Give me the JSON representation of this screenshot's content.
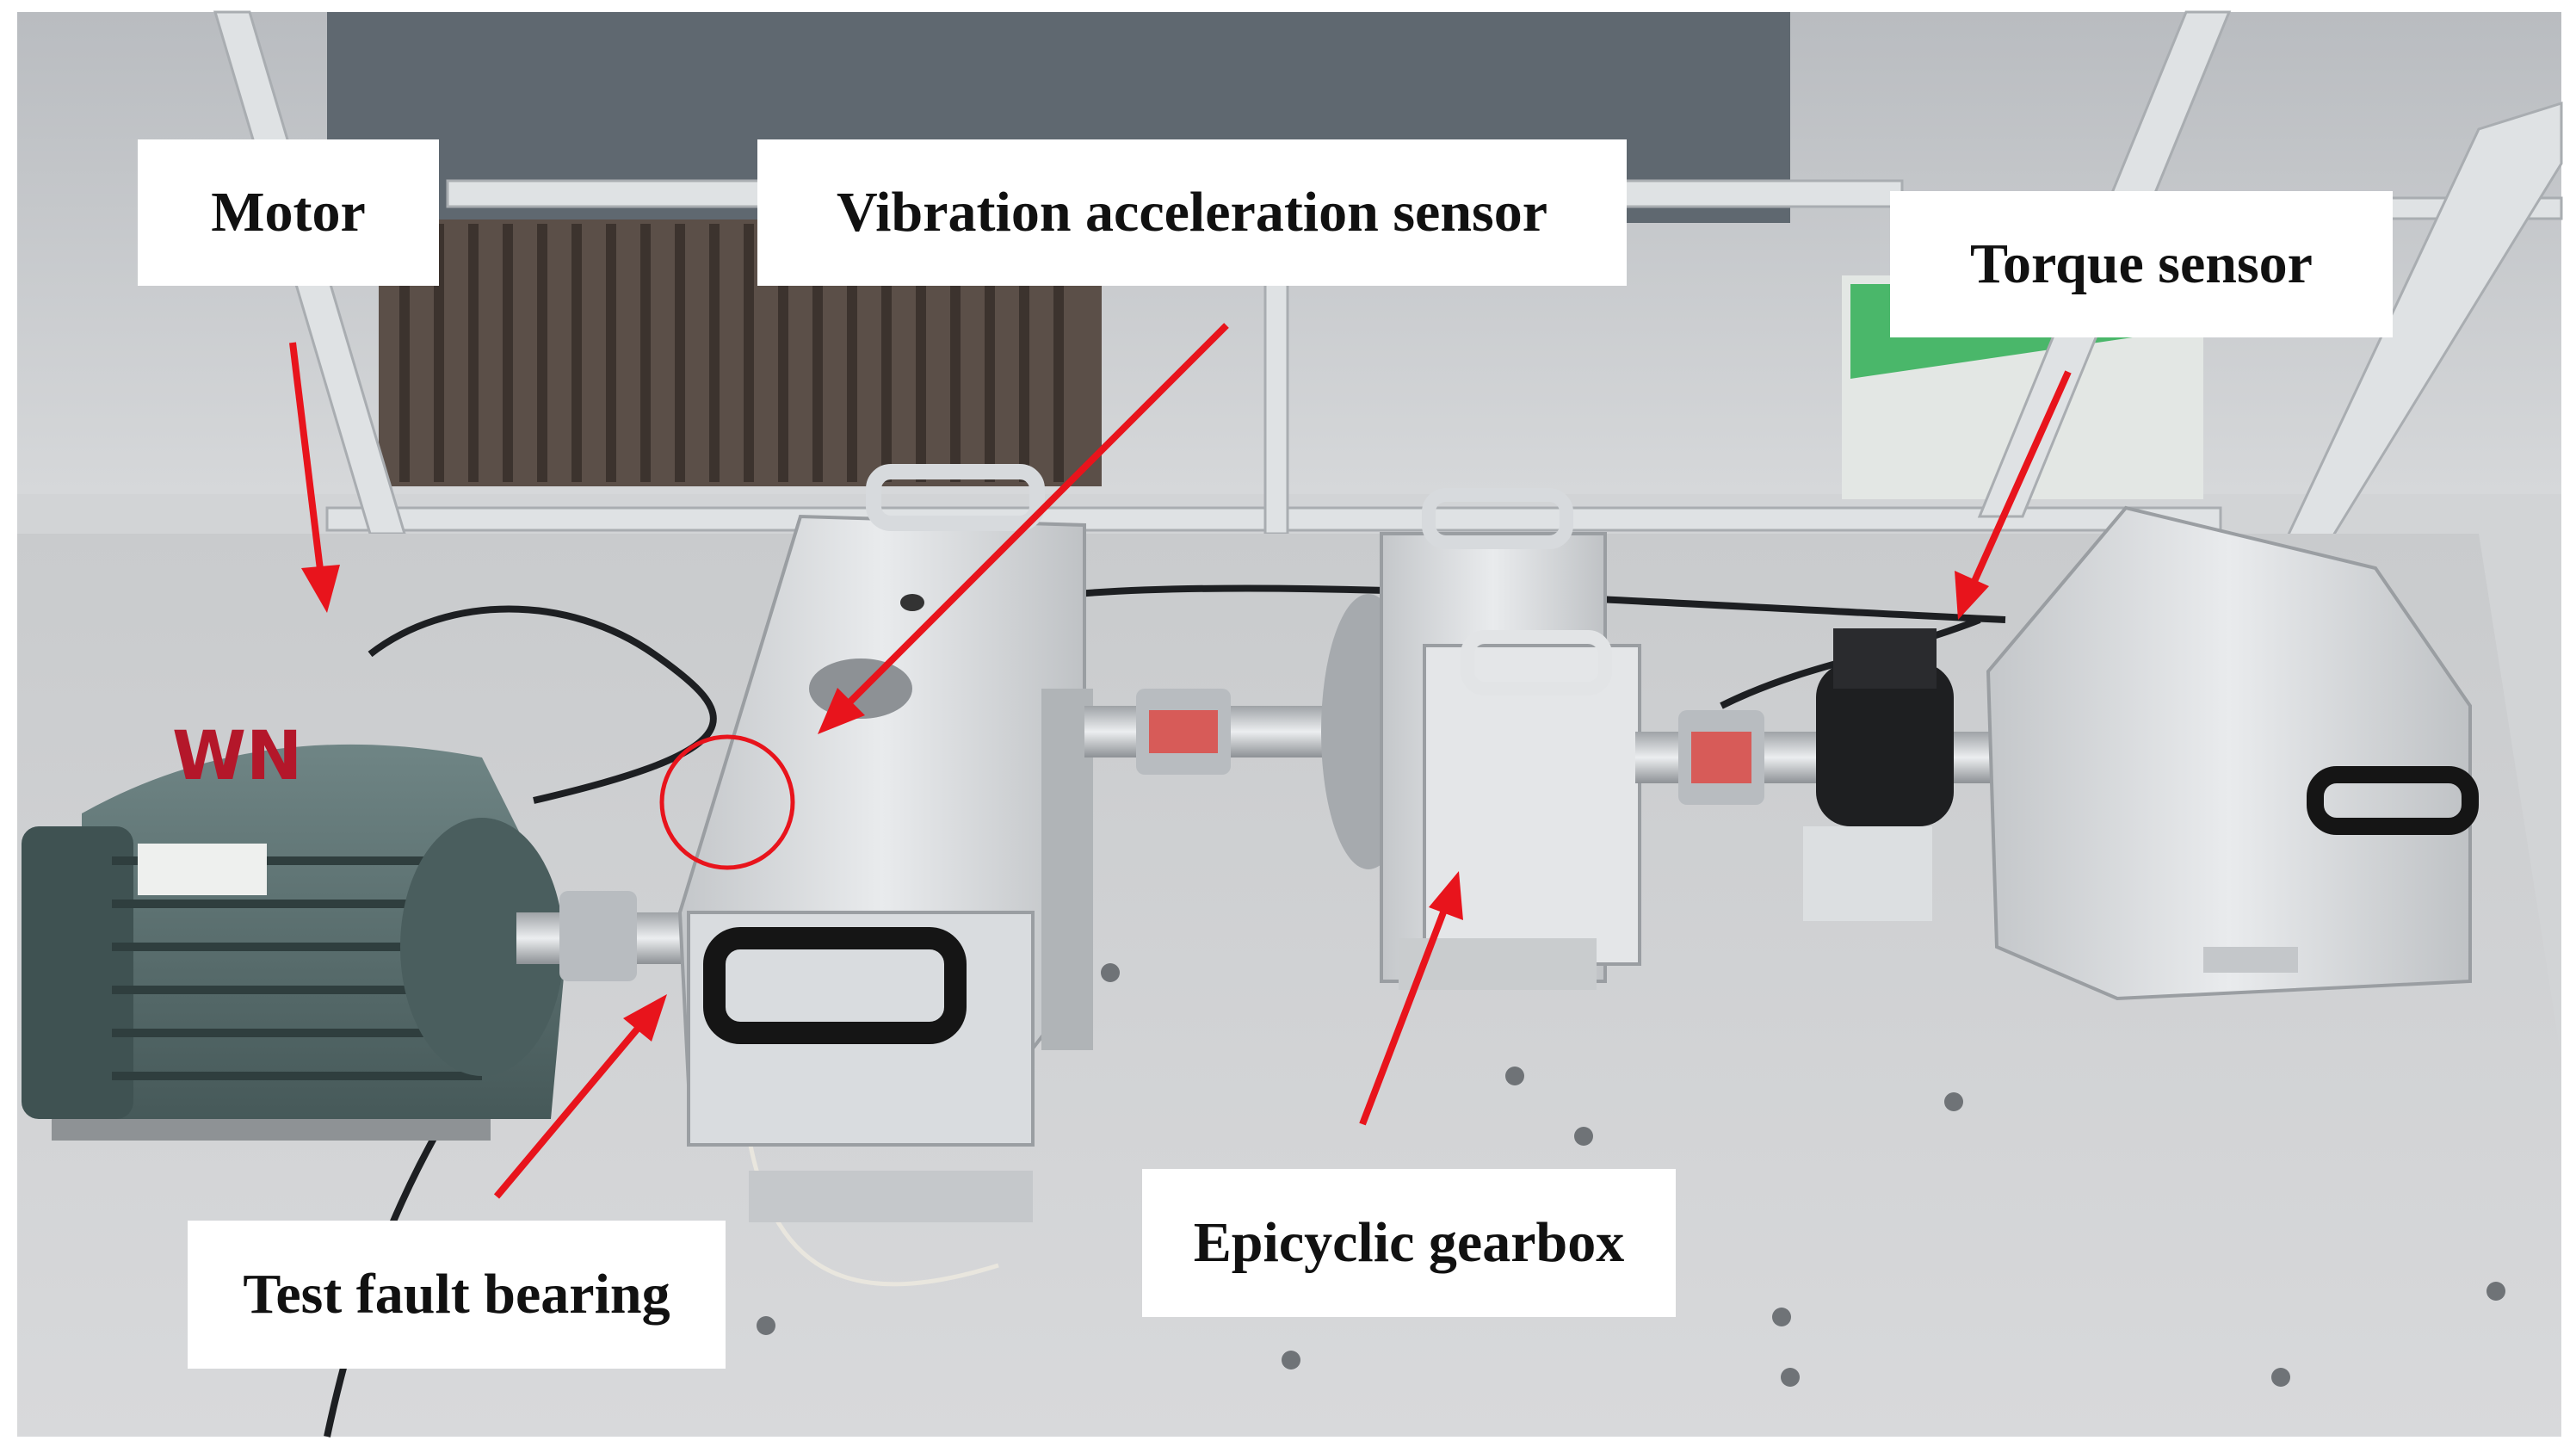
{
  "labels": {
    "motor": "Motor",
    "vibration_sensor": "Vibration acceleration sensor",
    "torque_sensor": "Torque sensor",
    "test_fault_bearing": "Test fault bearing",
    "epicyclic_gearbox": "Epicyclic gearbox"
  },
  "motor_marking": "WN",
  "colors": {
    "arrow": "#e8141c",
    "label_background": "#ffffff",
    "label_text": "#111111"
  }
}
